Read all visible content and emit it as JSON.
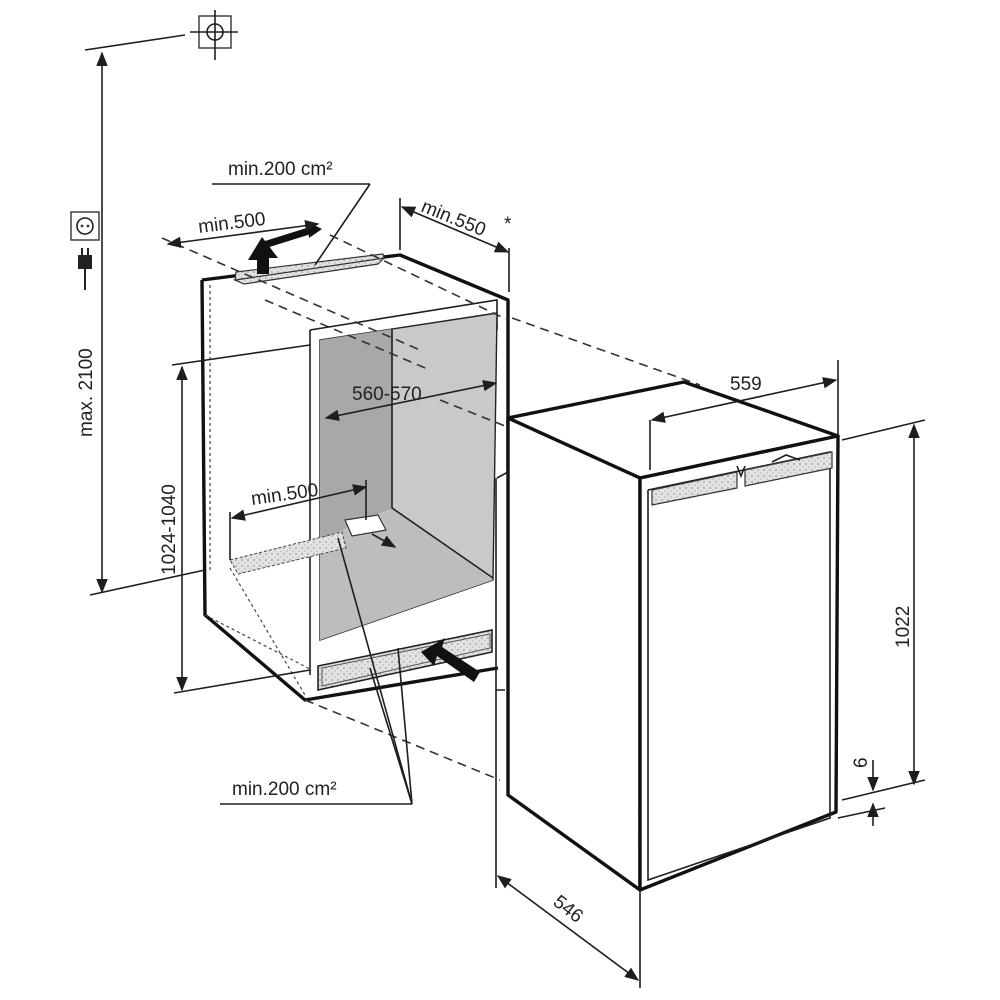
{
  "labels": {
    "top_vent_area": "min.200 cm²",
    "top_vent_width": "min.500",
    "rear_depth": "min.550",
    "rear_depth_note": "*",
    "niche_height_max": "max. 2100",
    "niche_width": "560-570",
    "niche_height": "1024-1040",
    "bottom_vent_width": "min.500",
    "appliance_width": "559",
    "appliance_height": "1022",
    "plinth_offset": "6",
    "bottom_vent_area": "min.200 cm²",
    "appliance_depth": "546"
  },
  "icons": [
    "water-connection-icon",
    "power-socket-icon",
    "power-plug-icon"
  ],
  "colors": {
    "line": "#1e1e1e",
    "niche_interior": "#c8c8c8",
    "niche_wall": "#a6a6a6",
    "vent_grille": "#dcdcdc"
  }
}
